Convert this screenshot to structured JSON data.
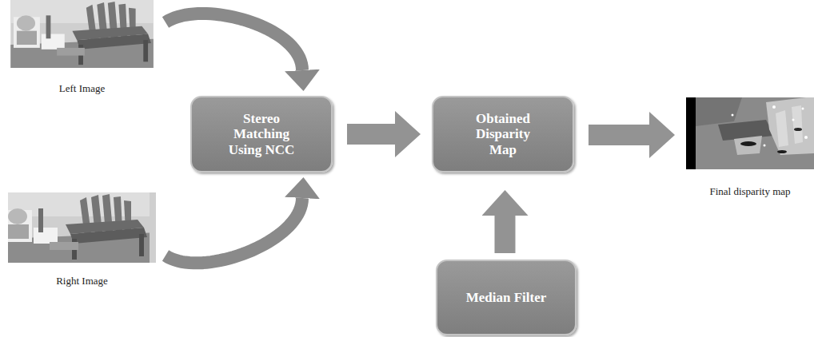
{
  "diagram": {
    "nodes": [
      {
        "text": [
          "Left Image"
        ]
      },
      {
        "text": [
          "Right Image"
        ]
      },
      {
        "text": [
          "Stereo Matching Using NCC"
        ]
      },
      {
        "text": [
          "Obtained Disparity Map"
        ]
      },
      {
        "text": [
          "Median Filter"
        ]
      },
      {
        "text": [
          "Final disparity map"
        ]
      }
    ],
    "edges": [
      {
        "from": 0,
        "to": 2,
        "arrow": "to"
      },
      {
        "from": 1,
        "to": 2,
        "arrow": "to"
      },
      {
        "from": 2,
        "to": 3,
        "arrow": "to"
      },
      {
        "from": 4,
        "to": 3,
        "arrow": "to"
      },
      {
        "from": 3,
        "to": 5,
        "arrow": "to"
      }
    ]
  }
}
